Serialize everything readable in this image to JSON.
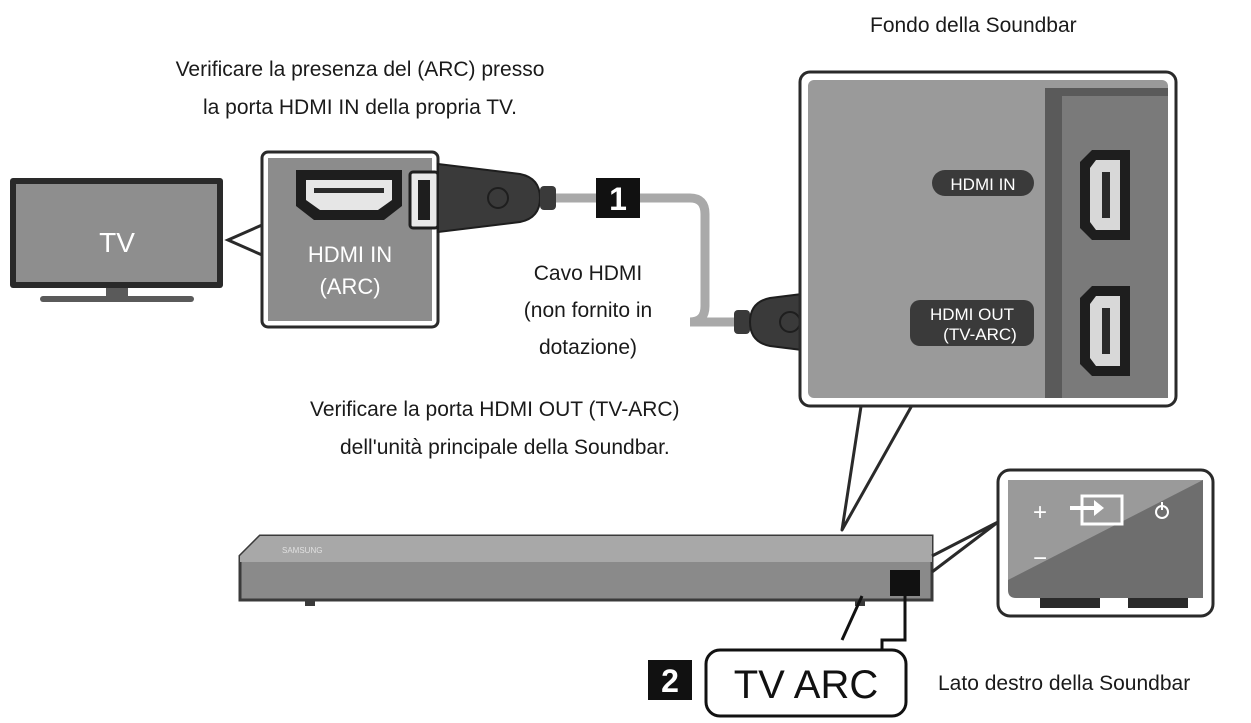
{
  "tv": {
    "label": "TV"
  },
  "tv_port": {
    "label_line1": "HDMI IN",
    "label_line2": "(ARC)"
  },
  "captions": {
    "arc_check_line1": "Verificare la presenza del (ARC) presso",
    "arc_check_line2": "la porta HDMI IN della propria TV.",
    "soundbar_bottom": "Fondo della Soundbar",
    "cable_line1": "Cavo HDMI",
    "cable_line2": "(non fornito in",
    "cable_line3": "dotazione)",
    "out_check_line1": "Verificare la porta HDMI OUT (TV-ARC)",
    "out_check_line2": "dell'unità principale della Soundbar.",
    "soundbar_right_side": "Lato destro della Soundbar"
  },
  "soundbar_ports": {
    "hdmi_in": "HDMI IN",
    "hdmi_out_line1": "HDMI OUT",
    "hdmi_out_line2": "(TV-ARC)"
  },
  "steps": {
    "step1": "1",
    "step2": "2"
  },
  "display": {
    "tv_arc": "TV ARC"
  },
  "soundbar": {
    "brand": "SAMSUNG"
  },
  "side_panel": {
    "plus": "+",
    "minus": "−"
  },
  "colors": {
    "panel_gray": "#8c8c8c",
    "dark": "#2e2e2e",
    "cable": "#a9a9a9"
  }
}
